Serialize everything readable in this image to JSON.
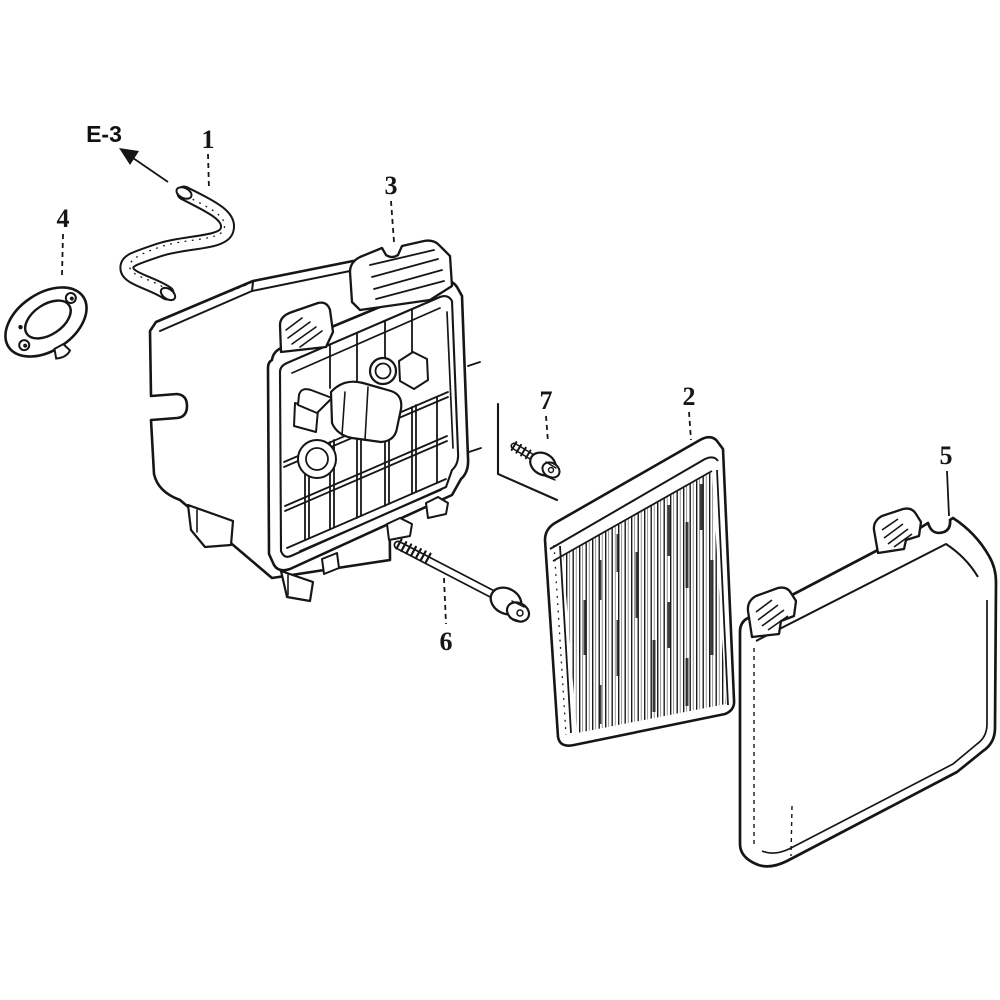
{
  "figure": {
    "kind": "exploded-parts-diagram",
    "background": "#ffffff",
    "ink": "#161616",
    "callouts": [
      "E-3",
      "1",
      "2",
      "3",
      "4",
      "5",
      "6",
      "7"
    ]
  },
  "labels": {
    "ref": "E-3",
    "n1": "1",
    "n2": "2",
    "n3": "3",
    "n4": "4",
    "n5": "5",
    "n6": "6",
    "n7": "7"
  }
}
